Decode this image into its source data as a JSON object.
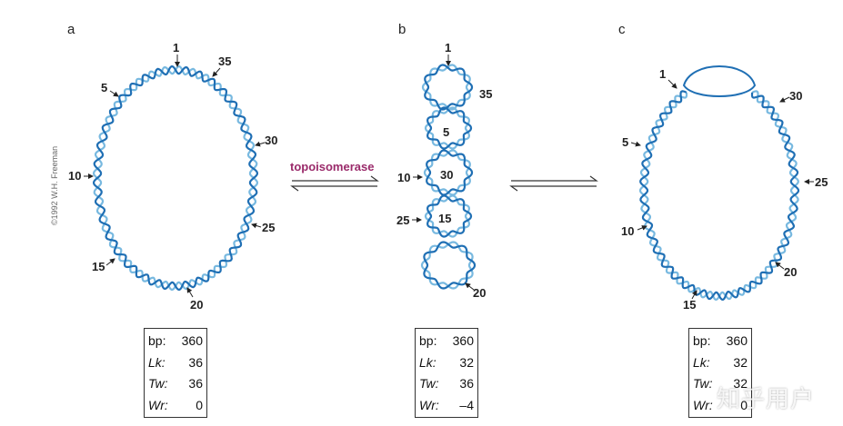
{
  "figure": {
    "copyright": "©1992 W.H. Freeman",
    "enzyme_label": "topoisomerase",
    "colors": {
      "strand_dark": "#1f6fb4",
      "strand_light": "#78b9e0",
      "enzyme_label": "#9a2a6a"
    },
    "panels": [
      {
        "letter": "a",
        "markers": [
          "1",
          "35",
          "5",
          "30",
          "10",
          "25",
          "15",
          "20"
        ],
        "table": [
          {
            "key": "bp:",
            "value": "360"
          },
          {
            "key": "Lk:",
            "value": "36"
          },
          {
            "key": "Tw:",
            "value": "36"
          },
          {
            "key": "Wr:",
            "value": "0"
          }
        ]
      },
      {
        "letter": "b",
        "markers": [
          "1",
          "35",
          "5",
          "10",
          "30",
          "25",
          "15",
          "20"
        ],
        "table": [
          {
            "key": "bp:",
            "value": "360"
          },
          {
            "key": "Lk:",
            "value": "32"
          },
          {
            "key": "Tw:",
            "value": "36"
          },
          {
            "key": "Wr:",
            "value": "–4"
          }
        ]
      },
      {
        "letter": "c",
        "markers": [
          "1",
          "30",
          "5",
          "25",
          "10",
          "20",
          "15"
        ],
        "table": [
          {
            "key": "bp:",
            "value": "360"
          },
          {
            "key": "Lk:",
            "value": "32"
          },
          {
            "key": "Tw:",
            "value": "32"
          },
          {
            "key": "Wr:",
            "value": "0"
          }
        ]
      }
    ]
  },
  "watermark": "知乎用户"
}
